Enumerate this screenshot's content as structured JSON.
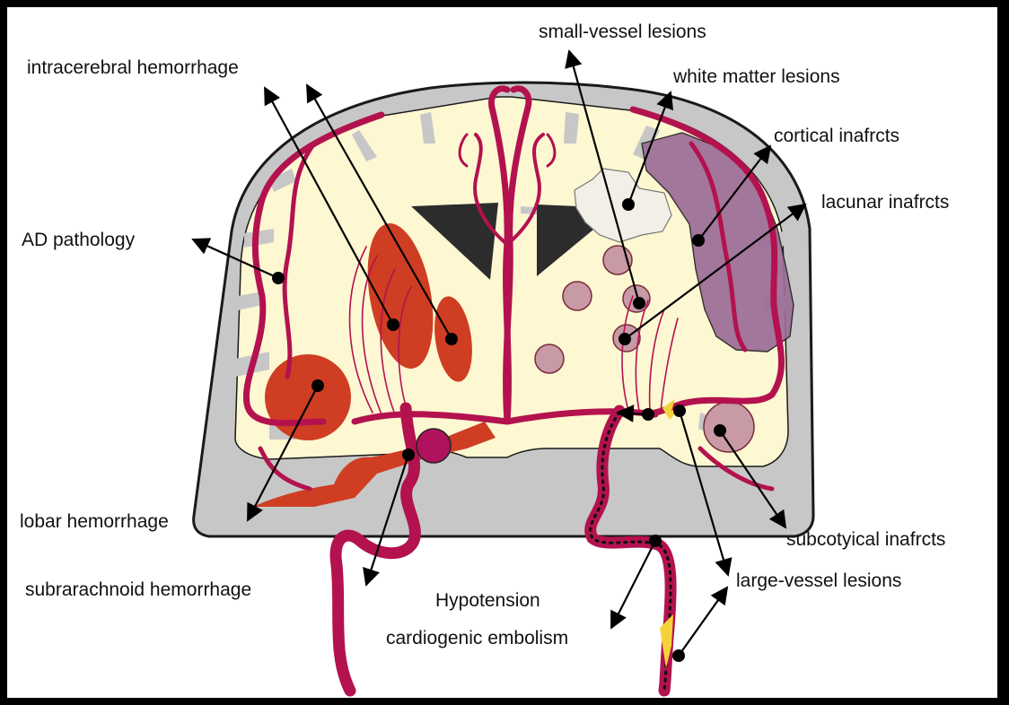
{
  "labels": {
    "intracerebral": "intracerebral hemorrhage",
    "small_vessel": "small-vessel lesions",
    "white_matter": "white matter lesions",
    "cortical": "cortical inafrcts",
    "lacunar": "lacunar inafrcts",
    "ad": "AD pathology",
    "lobar": "lobar hemorrhage",
    "subarachnoid": "subrarachnoid hemorrhage",
    "hypotension": "Hypotension",
    "cardiogenic": "cardiogenic embolism",
    "subcortical": "subcotyical inafrcts",
    "large_vessel": "large-vessel lesions"
  },
  "colors": {
    "background": "#ffffff",
    "frame": "#000000",
    "skull": "#c7c7c7",
    "brain": "#fdf7d2",
    "vessel": "#b3124f",
    "hemorrhage": "#cf3e22",
    "infarct": "#c79aa6",
    "cortical_infarct": "#9b6d97",
    "white_matter_lesion": "#f2f0e6",
    "ventricle": "#2c2c2c",
    "aneurysm": "#b0125e",
    "emboli": "#f4d33a"
  }
}
